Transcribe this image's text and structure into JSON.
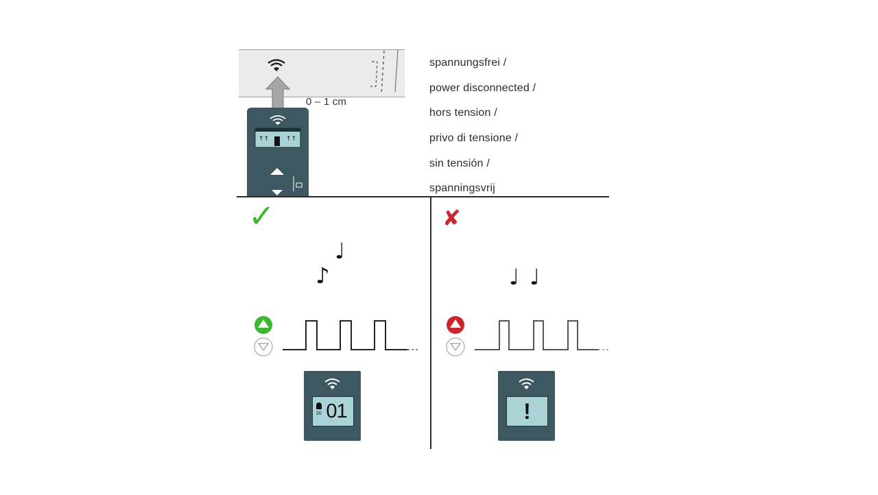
{
  "distance_label": "0 – 1 cm",
  "status_lines": [
    "spannungsfrei /",
    "power disconnected /",
    "hors tension /",
    "privo di tensione /",
    "sin tensión /",
    "spanningsvrij"
  ],
  "result_ok": {
    "icon": "check-mark-icon",
    "symbol": "✓",
    "color": "#3cb82f",
    "screen_code": "01",
    "screen_small": "20"
  },
  "result_fail": {
    "icon": "cross-mark-icon",
    "symbol": "✘",
    "color": "#c9272d",
    "screen_symbol": "!"
  },
  "notes": {
    "quarter": "♩",
    "eighth": "♪"
  },
  "colors": {
    "device": "#3d5861",
    "screen": "#a9d3d6",
    "panel": "#ebebeb",
    "up_ok": "#3cb82f",
    "up_fail": "#c9272d"
  }
}
